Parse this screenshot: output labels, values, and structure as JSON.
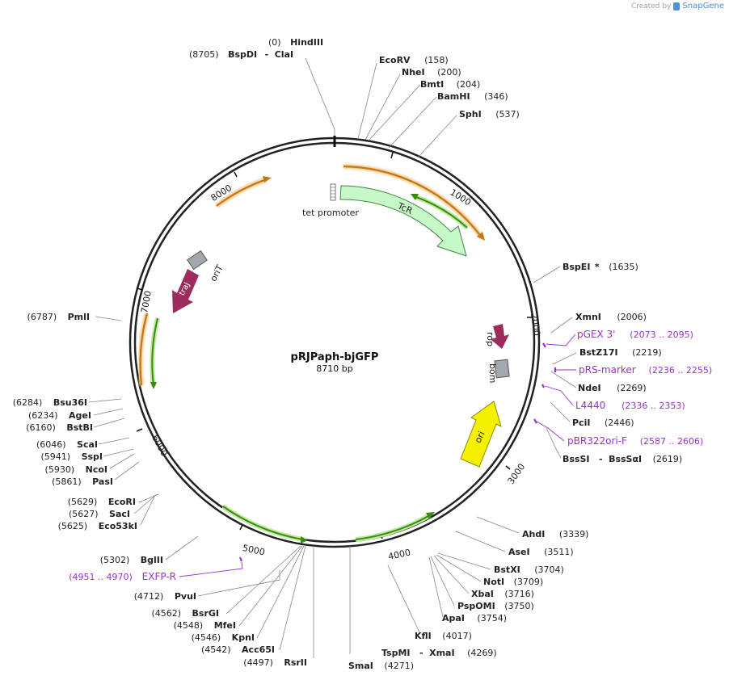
{
  "credit": {
    "prefix": "Created by",
    "brand": "SnapGene"
  },
  "plasmid": {
    "name": "pRJPaph-bjGFP",
    "length": "8710 bp"
  },
  "ticks": [
    "1000",
    "2000",
    "3000",
    "4000",
    "5000",
    "6000",
    "7000",
    "8000"
  ],
  "features": [
    {
      "label": "tet promoter"
    },
    {
      "label": "TcR"
    },
    {
      "label": "rop"
    },
    {
      "label": "bom"
    },
    {
      "label": "ori"
    },
    {
      "label": "traJ"
    },
    {
      "label": "oriT"
    }
  ],
  "sites": [
    {
      "pos": "(0)",
      "name": "HindIII"
    },
    {
      "pos": "(8705)",
      "name": "BspDI",
      "name2": "ClaI"
    },
    {
      "pos": "(158)",
      "name": "EcoRV"
    },
    {
      "pos": "(200)",
      "name": "NheI"
    },
    {
      "pos": "(204)",
      "name": "BmtI"
    },
    {
      "pos": "(346)",
      "name": "BamHI"
    },
    {
      "pos": "(537)",
      "name": "SphI"
    },
    {
      "pos": "(1635)",
      "name": "BspEI",
      "mark": "*"
    },
    {
      "pos": "(2006)",
      "name": "XmnI"
    },
    {
      "pos": "(2219)",
      "name": "BstZ17I"
    },
    {
      "pos": "(2269)",
      "name": "NdeI"
    },
    {
      "pos": "(2446)",
      "name": "PciI"
    },
    {
      "pos": "(2619)",
      "name": "BssSI",
      "name2": "BssSαI"
    },
    {
      "pos": "(3339)",
      "name": "AhdI"
    },
    {
      "pos": "(3511)",
      "name": "AseI"
    },
    {
      "pos": "(3704)",
      "name": "BstXI"
    },
    {
      "pos": "(3709)",
      "name": "NotI"
    },
    {
      "pos": "(3716)",
      "name": "XbaI"
    },
    {
      "pos": "(3750)",
      "name": "PspOMI"
    },
    {
      "pos": "(3754)",
      "name": "ApaI"
    },
    {
      "pos": "(4017)",
      "name": "KflI"
    },
    {
      "pos": "(4269)",
      "name": "TspMI",
      "name2": "XmaI"
    },
    {
      "pos": "(4271)",
      "name": "SmaI"
    },
    {
      "pos": "(4497)",
      "name": "RsrII"
    },
    {
      "pos": "(4542)",
      "name": "Acc65I"
    },
    {
      "pos": "(4546)",
      "name": "KpnI"
    },
    {
      "pos": "(4548)",
      "name": "MfeI"
    },
    {
      "pos": "(4562)",
      "name": "BsrGI"
    },
    {
      "pos": "(4712)",
      "name": "PvuI"
    },
    {
      "pos": "(5302)",
      "name": "BglII"
    },
    {
      "pos": "(5625)",
      "name": "Eco53kI"
    },
    {
      "pos": "(5627)",
      "name": "SacI"
    },
    {
      "pos": "(5629)",
      "name": "EcoRI"
    },
    {
      "pos": "(5861)",
      "name": "PasI"
    },
    {
      "pos": "(5930)",
      "name": "NcoI"
    },
    {
      "pos": "(5941)",
      "name": "SspI"
    },
    {
      "pos": "(6046)",
      "name": "ScaI"
    },
    {
      "pos": "(6160)",
      "name": "BstBI"
    },
    {
      "pos": "(6234)",
      "name": "AgeI"
    },
    {
      "pos": "(6284)",
      "name": "Bsu36I"
    },
    {
      "pos": "(6787)",
      "name": "PmlI"
    }
  ],
  "primers": [
    {
      "label": "pGEX 3'",
      "range": "(2073 .. 2095)"
    },
    {
      "label": "pRS-marker",
      "range": "(2236 .. 2255)"
    },
    {
      "label": "L4440",
      "range": "(2336 .. 2353)"
    },
    {
      "label": "pBR322ori-F",
      "range": "(2587 .. 2606)"
    },
    {
      "label": "EXFP-R",
      "range": "(4951 .. 4970)"
    }
  ],
  "colors": {
    "backbone": "#222222",
    "primer": "#9b30d0",
    "tcr_fill": "#c8f7c8",
    "tcr_stroke": "#3c8c3c",
    "orange": "#e8a040",
    "green_arrow": "#3a8a10",
    "green_glow": "#bfeaa0",
    "rop": "#9b2c5c",
    "traj": "#9b2c5c",
    "grey_feature": "#a3a8ae",
    "ori": "#f5f000",
    "leader": "#888888"
  }
}
